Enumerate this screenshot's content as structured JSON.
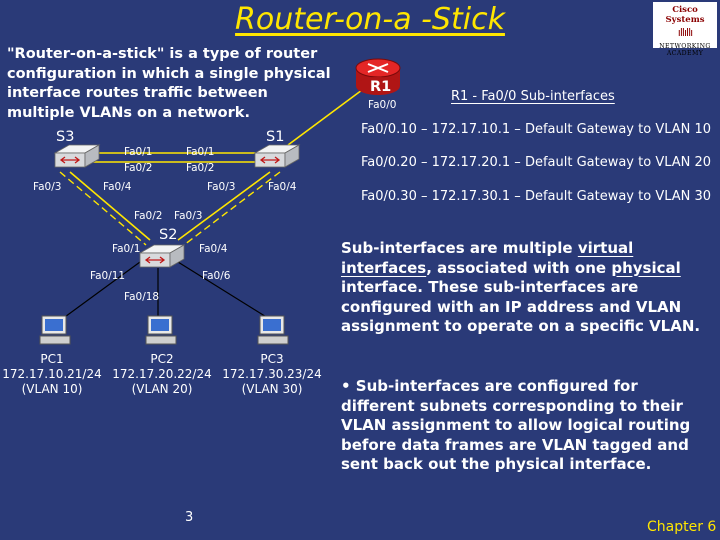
{
  "slide": {
    "title": "Router-on-a -Stick",
    "intro": "\"Router-on-a-stick\" is a type of router configuration in which a single physical interface routes traffic between multiple VLANs on a network.",
    "page_number": "3",
    "chapter": "Chapter 6"
  },
  "logo": {
    "top": "Cisco Systems",
    "bottom": "NETWORKING ACADEMY"
  },
  "diagram": {
    "router": {
      "name": "R1",
      "port": "Fa0/0"
    },
    "switches": {
      "s1": "S1",
      "s2": "S2",
      "s3": "S3"
    },
    "ports": {
      "s3_fa01": "Fa0/1",
      "s3_fa02": "Fa0/2",
      "s3_fa03": "Fa0/3",
      "s3_fa04": "Fa0/4",
      "s1_fa01": "Fa0/1",
      "s1_fa02": "Fa0/2",
      "s1_fa03": "Fa0/3",
      "s1_fa04": "Fa0/4",
      "s2_fa02": "Fa0/2",
      "s2_fa03": "Fa0/3",
      "s2_fa01": "Fa0/1",
      "s2_fa04": "Fa0/4",
      "s2_fa011": "Fa0/11",
      "s2_fa06": "Fa0/6",
      "s2_fa018": "Fa0/18"
    },
    "hosts": [
      {
        "name": "PC1",
        "ip": "172.17.10.21/24",
        "vlan": "(VLAN 10)"
      },
      {
        "name": "PC2",
        "ip": "172.17.20.22/24",
        "vlan": "(VLAN 20)"
      },
      {
        "name": "PC3",
        "ip": "172.17.30.23/24",
        "vlan": "(VLAN 30)"
      }
    ]
  },
  "subinterfaces": {
    "heading": "R1 - Fa0/0 Sub-interfaces",
    "entries": [
      "Fa0/0.10 – 172.17.10.1 – Default Gateway to VLAN 10",
      "Fa0/0.20 – 172.17.20.1 – Default Gateway to VLAN 20",
      "Fa0/0.30 – 172.17.30.1 – Default Gateway to VLAN 30"
    ]
  },
  "explanation": {
    "p1_a": "Sub-interfaces are multiple ",
    "p1_virtual": "virtual interfaces",
    "p1_b": ", associated with one ",
    "p1_physical": "physical",
    "p1_c": " interface. These sub-interfaces are configured with an IP address and VLAN assignment to operate on a specific VLAN.",
    "p2": "• Sub-interfaces are configured for different subnets corresponding to their VLAN assignment to allow logical routing before data frames are VLAN tagged and sent back out the physical interface."
  },
  "colors": {
    "background": "#2a3a78",
    "title": "#ffe600",
    "link": "#ffe600",
    "router": "#d81e1e",
    "switch": "#e6e8ea"
  }
}
